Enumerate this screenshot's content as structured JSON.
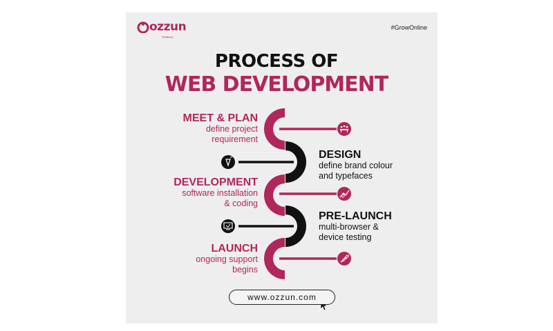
{
  "brand": {
    "logo_text": "ozzun",
    "logo_sub": "Solutions",
    "hashtag": "#GrowOnline"
  },
  "title": {
    "line1": "PROCESS OF",
    "line2": "WEB DEVELOPMENT"
  },
  "steps": [
    {
      "title": "MEET & PLAN",
      "desc1": "define project",
      "desc2": "requirement",
      "icon": "team-meeting-icon"
    },
    {
      "title": "DESIGN",
      "desc1": "define brand colour",
      "desc2": "and typefaces",
      "icon": "pen-tool-icon"
    },
    {
      "title": "DEVELOPMENT",
      "desc1": "software installation",
      "desc2": "& coding",
      "icon": "code-settings-icon"
    },
    {
      "title": "PRE-LAUNCH",
      "desc1": "multi-browser &",
      "desc2": "device testing",
      "icon": "monitor-test-icon"
    },
    {
      "title": "LAUNCH",
      "desc1": "ongoing support",
      "desc2": "begins",
      "icon": "rocket-icon"
    }
  ],
  "website": "www.ozzun.com",
  "colors": {
    "accent": "#b0275b",
    "dark": "#111111",
    "background": "#efeeee"
  }
}
